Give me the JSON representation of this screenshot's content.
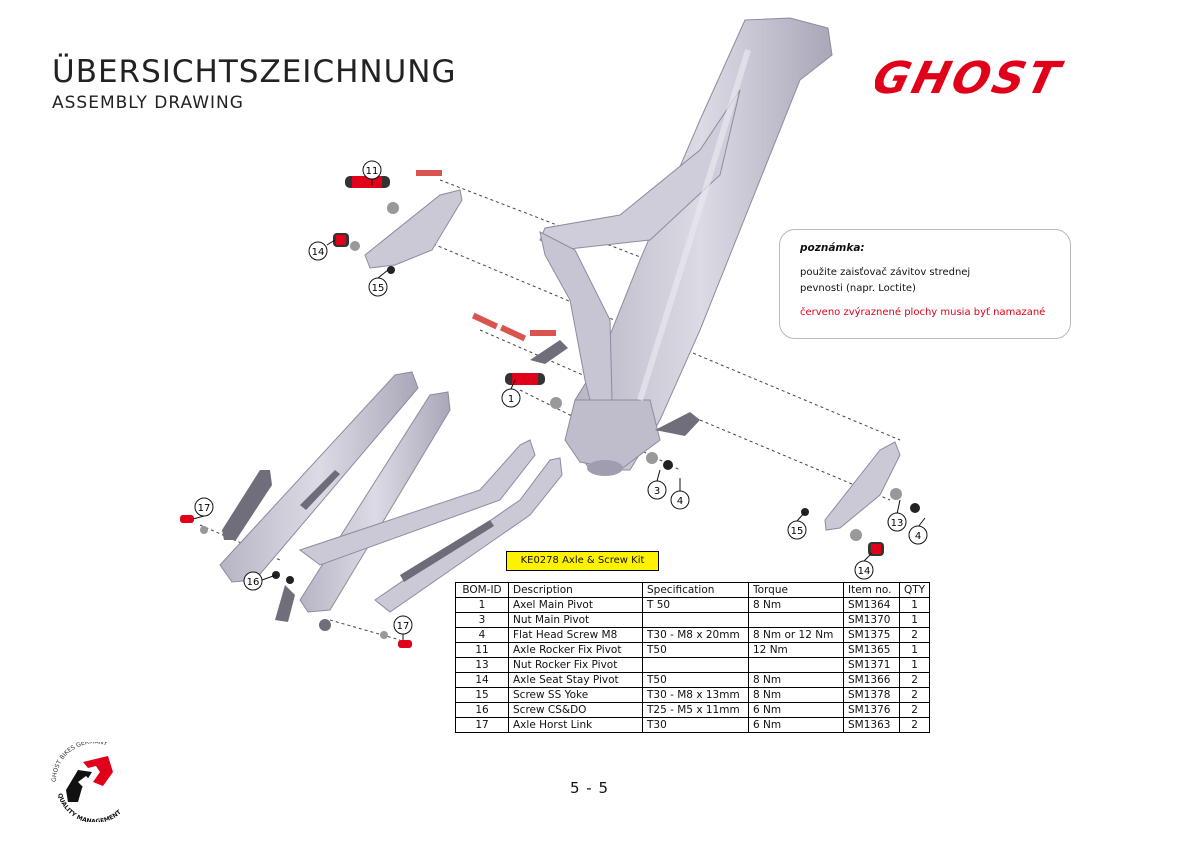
{
  "header": {
    "title": "ÜBERSICHTSZEICHNUNG",
    "subtitle": "ASSEMBLY DRAWING",
    "brand": "GHOST"
  },
  "note": {
    "heading": "poznámka:",
    "lines": [
      "použite zaisťovač závitov strednej",
      "pevnosti (napr. Loctite)"
    ],
    "red_text": "červeno zvýraznené plochy musia byť namazané"
  },
  "callouts": [
    "11",
    "14",
    "15",
    "1",
    "3",
    "4",
    "15",
    "13",
    "4",
    "14",
    "17",
    "16",
    "17"
  ],
  "kit_label": "KE0278 Axle & Screw Kit",
  "bom": {
    "headers": [
      "BOM-ID",
      "Description",
      "Specification",
      "Torque",
      "Item no.",
      "QTY"
    ],
    "rows": [
      [
        "1",
        "Axel Main Pivot",
        "T 50",
        "8 Nm",
        "SM1364",
        "1"
      ],
      [
        "3",
        "Nut Main Pivot",
        "",
        "",
        "SM1370",
        "1"
      ],
      [
        "4",
        "Flat Head Screw M8",
        "T30 - M8 x 20mm",
        "8 Nm or 12 Nm",
        "SM1375",
        "2"
      ],
      [
        "11",
        "Axle Rocker Fix Pivot",
        "T50",
        "12 Nm",
        "SM1365",
        "1"
      ],
      [
        "13",
        "Nut Rocker Fix Pivot",
        "",
        "",
        "SM1371",
        "1"
      ],
      [
        "14",
        "Axle Seat Stay Pivot",
        "T50",
        "8 Nm",
        "SM1366",
        "2"
      ],
      [
        "15",
        "Screw SS Yoke",
        "T30 - M8 x 13mm",
        "8 Nm",
        "SM1378",
        "2"
      ],
      [
        "16",
        "Screw CS&DO",
        "T25 - M5 x 11mm",
        "6 Nm",
        "SM1376",
        "2"
      ],
      [
        "17",
        "Axle Horst Link",
        "T30",
        "6 Nm",
        "SM1363",
        "2"
      ]
    ]
  },
  "page_number": "5 - 5",
  "qm_logo": {
    "top_text": "GHOST BIKES GERMANY",
    "bottom_text": "QUALITY MANAGEMENT"
  },
  "colors": {
    "brand_red": "#e1001a",
    "frame_gray": "#c9c7d3",
    "kit_yellow": "#fff200"
  }
}
